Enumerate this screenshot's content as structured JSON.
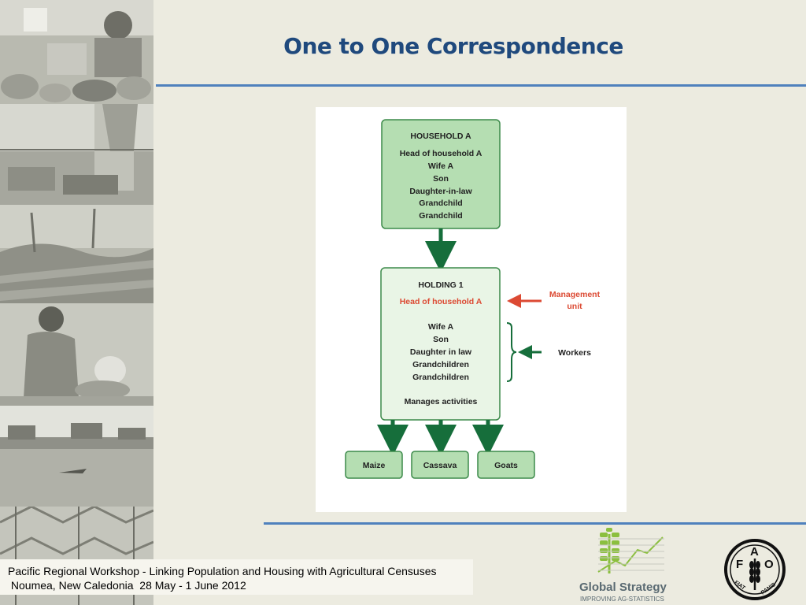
{
  "slide": {
    "title": "One to One Correspondence"
  },
  "diagram": {
    "household": {
      "title": "HOUSEHOLD A",
      "members": [
        "Head of household A",
        "Wife A",
        "Son",
        "Daughter-in-law",
        "Grandchild",
        "Grandchild"
      ]
    },
    "holding": {
      "title": "HOLDING 1",
      "head": "Head of household A",
      "workers": [
        "Wife A",
        "Son",
        "Daughter in law",
        "Grandchildren",
        "Grandchildren"
      ],
      "footer": "Manages activities"
    },
    "management_label": [
      "Management",
      "unit"
    ],
    "workers_label": "Workers",
    "activities": [
      "Maize",
      "Cassava",
      "Goats"
    ],
    "colors": {
      "box_fill": "#b5deb2",
      "box_fill_light": "#e9f5e6",
      "box_stroke": "#3c8a4a",
      "arrow_green": "#166e3b",
      "accent_red": "#dc4a33"
    }
  },
  "footer": {
    "line1": "Pacific Regional Workshop - Linking Population and Housing with Agricultural Censuses",
    "line2": " Noumea, New Caledonia  28 May - 1 June 2012"
  },
  "logos": {
    "global_strategy": {
      "name": "Global Strategy",
      "tagline": "IMPROVING AG-STATISTICS"
    },
    "fao": {
      "letters": [
        "F",
        "A",
        "O"
      ],
      "motto_left": "FIAT",
      "motto_right": "PANIS"
    }
  }
}
